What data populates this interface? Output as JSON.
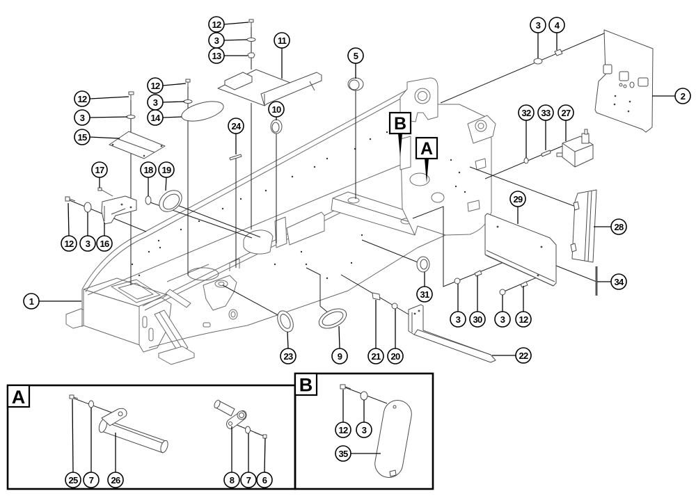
{
  "diagram": {
    "view_markers": {
      "a": "A",
      "b": "B"
    },
    "callouts": [
      "12",
      "3",
      "13",
      "11",
      "12",
      "3",
      "14",
      "12",
      "3",
      "15",
      "5",
      "10",
      "24",
      "17",
      "18",
      "19",
      "12",
      "3",
      "16",
      "1",
      "3",
      "4",
      "2",
      "32",
      "33",
      "27",
      "29",
      "28",
      "34",
      "31",
      "3",
      "30",
      "3",
      "12",
      "22",
      "23",
      "9",
      "21",
      "20"
    ],
    "detail_views": [
      {
        "label": "A",
        "callouts": [
          "25",
          "7",
          "26",
          "8",
          "7",
          "6"
        ]
      },
      {
        "label": "B",
        "callouts": [
          "12",
          "3",
          "35"
        ]
      }
    ]
  }
}
